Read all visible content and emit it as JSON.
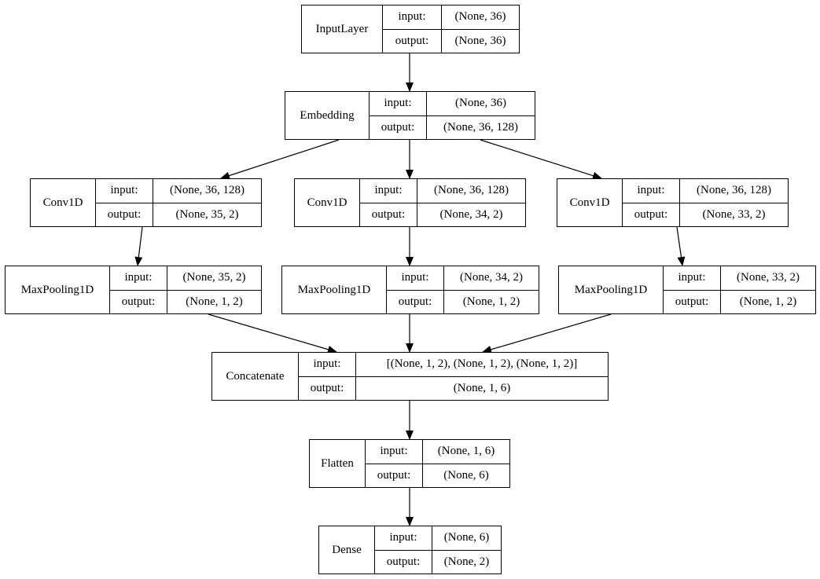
{
  "nodes": [
    {
      "id": "input_layer",
      "name": "InputLayer",
      "input_label": "input:",
      "input": "(None, 36)",
      "output_label": "output:",
      "output": "(None, 36)"
    },
    {
      "id": "embedding",
      "name": "Embedding",
      "input_label": "input:",
      "input": "(None, 36)",
      "output_label": "output:",
      "output": "(None, 36, 128)"
    },
    {
      "id": "conv1d_1",
      "name": "Conv1D",
      "input_label": "input:",
      "input": "(None, 36, 128)",
      "output_label": "output:",
      "output": "(None, 35, 2)"
    },
    {
      "id": "conv1d_2",
      "name": "Conv1D",
      "input_label": "input:",
      "input": "(None, 36, 128)",
      "output_label": "output:",
      "output": "(None, 34, 2)"
    },
    {
      "id": "conv1d_3",
      "name": "Conv1D",
      "input_label": "input:",
      "input": "(None, 36, 128)",
      "output_label": "output:",
      "output": "(None, 33, 2)"
    },
    {
      "id": "maxpool_1",
      "name": "MaxPooling1D",
      "input_label": "input:",
      "input": "(None, 35, 2)",
      "output_label": "output:",
      "output": "(None, 1, 2)"
    },
    {
      "id": "maxpool_2",
      "name": "MaxPooling1D",
      "input_label": "input:",
      "input": "(None, 34, 2)",
      "output_label": "output:",
      "output": "(None, 1, 2)"
    },
    {
      "id": "maxpool_3",
      "name": "MaxPooling1D",
      "input_label": "input:",
      "input": "(None, 33, 2)",
      "output_label": "output:",
      "output": "(None, 1, 2)"
    },
    {
      "id": "concatenate",
      "name": "Concatenate",
      "input_label": "input:",
      "input": "[(None, 1, 2), (None, 1, 2), (None, 1, 2)]",
      "output_label": "output:",
      "output": "(None, 1, 6)"
    },
    {
      "id": "flatten",
      "name": "Flatten",
      "input_label": "input:",
      "input": "(None, 1, 6)",
      "output_label": "output:",
      "output": "(None, 6)"
    },
    {
      "id": "dense",
      "name": "Dense",
      "input_label": "input:",
      "input": "(None, 6)",
      "output_label": "output:",
      "output": "(None, 2)"
    }
  ],
  "edges": [
    {
      "from": "input_layer",
      "to": "embedding"
    },
    {
      "from": "embedding",
      "to": "conv1d_1"
    },
    {
      "from": "embedding",
      "to": "conv1d_2"
    },
    {
      "from": "embedding",
      "to": "conv1d_3"
    },
    {
      "from": "conv1d_1",
      "to": "maxpool_1"
    },
    {
      "from": "conv1d_2",
      "to": "maxpool_2"
    },
    {
      "from": "conv1d_3",
      "to": "maxpool_3"
    },
    {
      "from": "maxpool_1",
      "to": "concatenate"
    },
    {
      "from": "maxpool_2",
      "to": "concatenate"
    },
    {
      "from": "maxpool_3",
      "to": "concatenate"
    },
    {
      "from": "concatenate",
      "to": "flatten"
    },
    {
      "from": "flatten",
      "to": "dense"
    }
  ]
}
